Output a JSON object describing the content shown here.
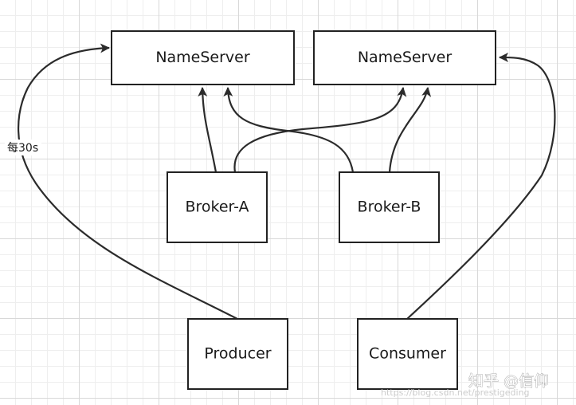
{
  "nodes": {
    "nameserver_1": "NameServer",
    "nameserver_2": "NameServer",
    "broker_a": "Broker-A",
    "broker_b": "Broker-B",
    "producer": "Producer",
    "consumer": "Consumer"
  },
  "edges": {
    "producer_label": "每30s"
  },
  "watermark": {
    "brand": "知乎 @信仰",
    "url": "https://blog.csdn.net/prestigeding"
  }
}
